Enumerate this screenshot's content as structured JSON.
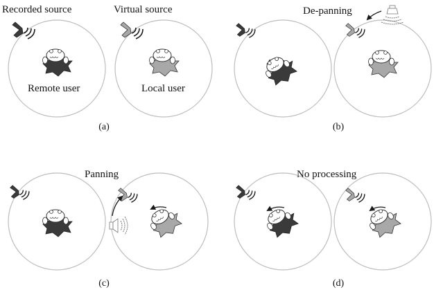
{
  "labels": {
    "recorded_source": "Recorded source",
    "virtual_source": "Virtual source",
    "remote_user": "Remote user",
    "local_user": "Local user",
    "de_panning": "De-panning",
    "panning": "Panning",
    "no_processing": "No processing"
  },
  "captions": {
    "a": "(a)",
    "b": "(b)",
    "c": "(c)",
    "d": "(d)"
  },
  "colors": {
    "circle": "#bdbdbd",
    "dark_fill": "#3a3a3a",
    "light_fill": "#a8a8a8",
    "ghost_fill": "#ffffff",
    "wave": "#1a1a1a",
    "arrow": "#1a1a1a"
  }
}
